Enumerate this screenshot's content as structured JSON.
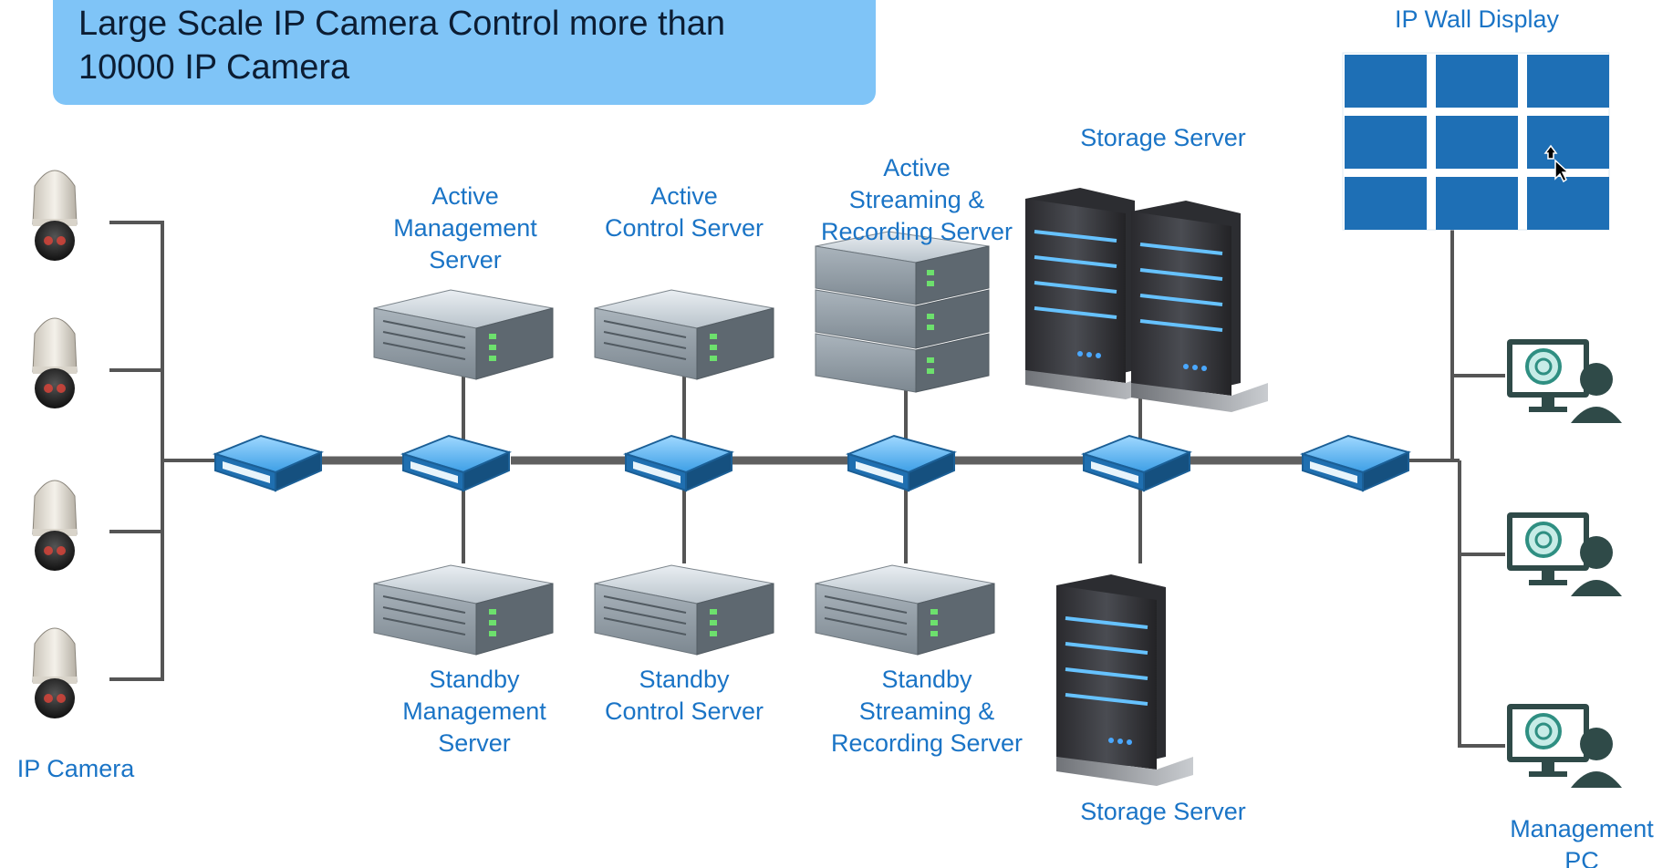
{
  "title": "Large Scale IP Camera Control more than\n10000 IP Camera",
  "labels": {
    "ip_wall_display": "IP Wall Display",
    "storage_server_top": "Storage Server",
    "active_management": "Active\nManagement\nServer",
    "active_control": "Active\nControl Server",
    "active_streaming": "Active\nStreaming &\nRecording Server",
    "standby_management": "Standby\nManagement\nServer",
    "standby_control": "Standby\nControl Server",
    "standby_streaming": "Standby\nStreaming &\nRecording Server",
    "storage_server_bottom": "Storage Server",
    "ip_camera": "IP Camera",
    "management_pc": "Management\nPC"
  },
  "icons": {
    "camera": "ptz-dome-camera-icon",
    "switch": "network-switch-icon",
    "rack_server": "rack-server-icon",
    "tower_server": "tower-server-icon",
    "video_wall": "video-wall-icon",
    "workstation": "operator-workstation-icon"
  },
  "colors": {
    "title_box": "#7fc4f7",
    "label_text": "#1a74c6",
    "connector": "#555555",
    "wall_tile": "#1e6fb5",
    "switch_body": "#2b8fd8"
  }
}
